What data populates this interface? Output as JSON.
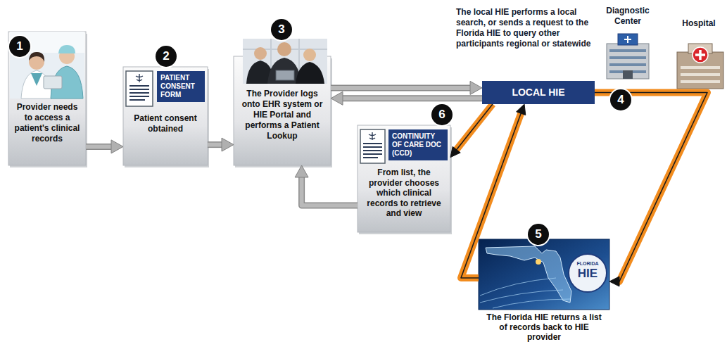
{
  "diagram": {
    "nodes": [
      {
        "text": [
          "Provider needs to access a patient's clinical records"
        ]
      },
      {
        "text": [
          "PATIENT CONSENT FORM",
          "Patient consent obtained"
        ]
      },
      {
        "text": [
          "The Provider logs onto EHR system or HIE Portal and performs a Patient Lookup"
        ]
      },
      {
        "text": [
          "LOCAL HIE"
        ]
      },
      {
        "text": [
          "CONTINUITY OF CARE DOC (CCD)",
          "From list, the provider chooses which clinical records to retrieve and view"
        ]
      },
      {
        "text": [
          "The Florida HIE returns a list of records back to HIE provider"
        ]
      }
    ],
    "edges": [
      {
        "from": 0,
        "to": 1,
        "arrow": "to"
      },
      {
        "from": 1,
        "to": 2,
        "arrow": "to"
      },
      {
        "from": 2,
        "to": 3,
        "arrow": "to"
      },
      {
        "from": 3,
        "to": 2,
        "arrow": "to"
      },
      {
        "from": 3,
        "to": 5,
        "arrow": "to"
      },
      {
        "from": 5,
        "to": 3,
        "arrow": "to"
      },
      {
        "from": 3,
        "to": 4,
        "arrow": "to"
      },
      {
        "from": 4,
        "to": 2,
        "arrow": "to"
      }
    ],
    "labels": [
      "1",
      "2",
      "3",
      "The local HIE performs a local search, or sends a request to the Florida HIE to query other participants regional or statewide",
      "Diagnostic Center",
      "Hospital",
      "4",
      "6",
      "5",
      "FLORIDA",
      "HIE"
    ]
  }
}
